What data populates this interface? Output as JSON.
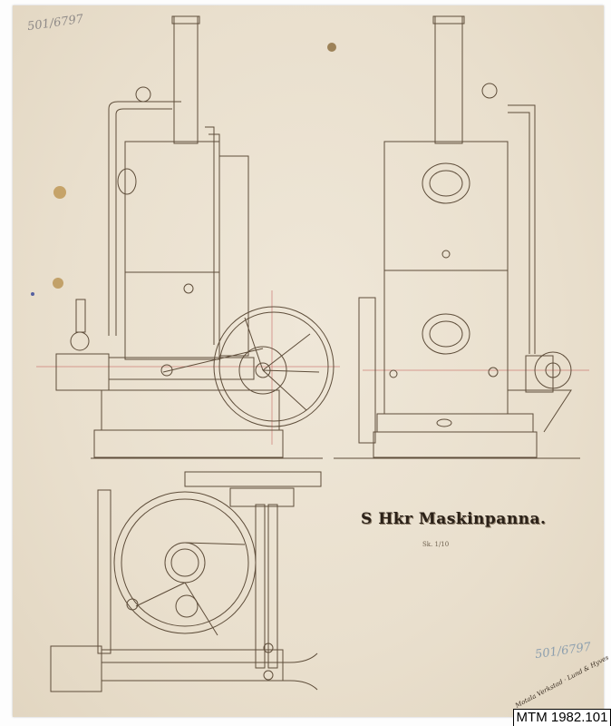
{
  "drawing": {
    "title": "S Hkr Maskinpanna.",
    "scale_note": "Sk. 1/10",
    "inventory_number_top": "501/6797",
    "inventory_number_bottom": "501/6797",
    "signature": "Motala Verkstad"
  },
  "label": {
    "museum_id": "MTM 1982.101"
  },
  "colors": {
    "paper": "#e9dfcd",
    "ink": "#5e4d3a",
    "red_line": "#c0504d"
  }
}
